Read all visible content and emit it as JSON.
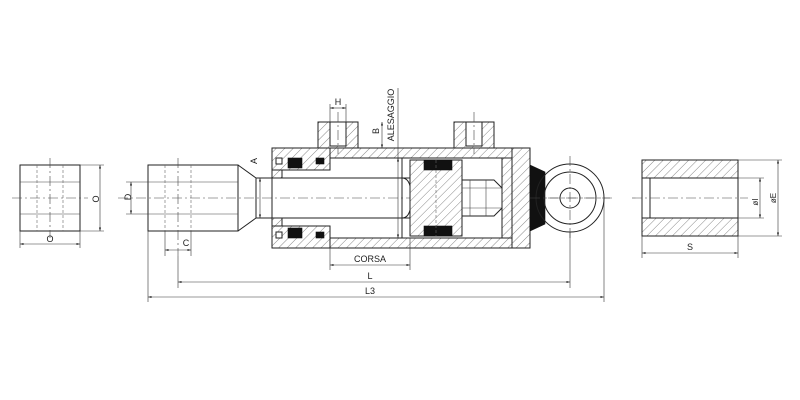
{
  "labels": {
    "O_bottom": "O",
    "O_side": "O",
    "D": "D",
    "C": "C",
    "H": "H",
    "A": "A",
    "B": "B",
    "alesaggio": "ALESAGGIO",
    "corsa": "CORSA",
    "L": "L",
    "L3": "L3",
    "S": "S",
    "phiI": "øI",
    "phiE": "øE"
  }
}
